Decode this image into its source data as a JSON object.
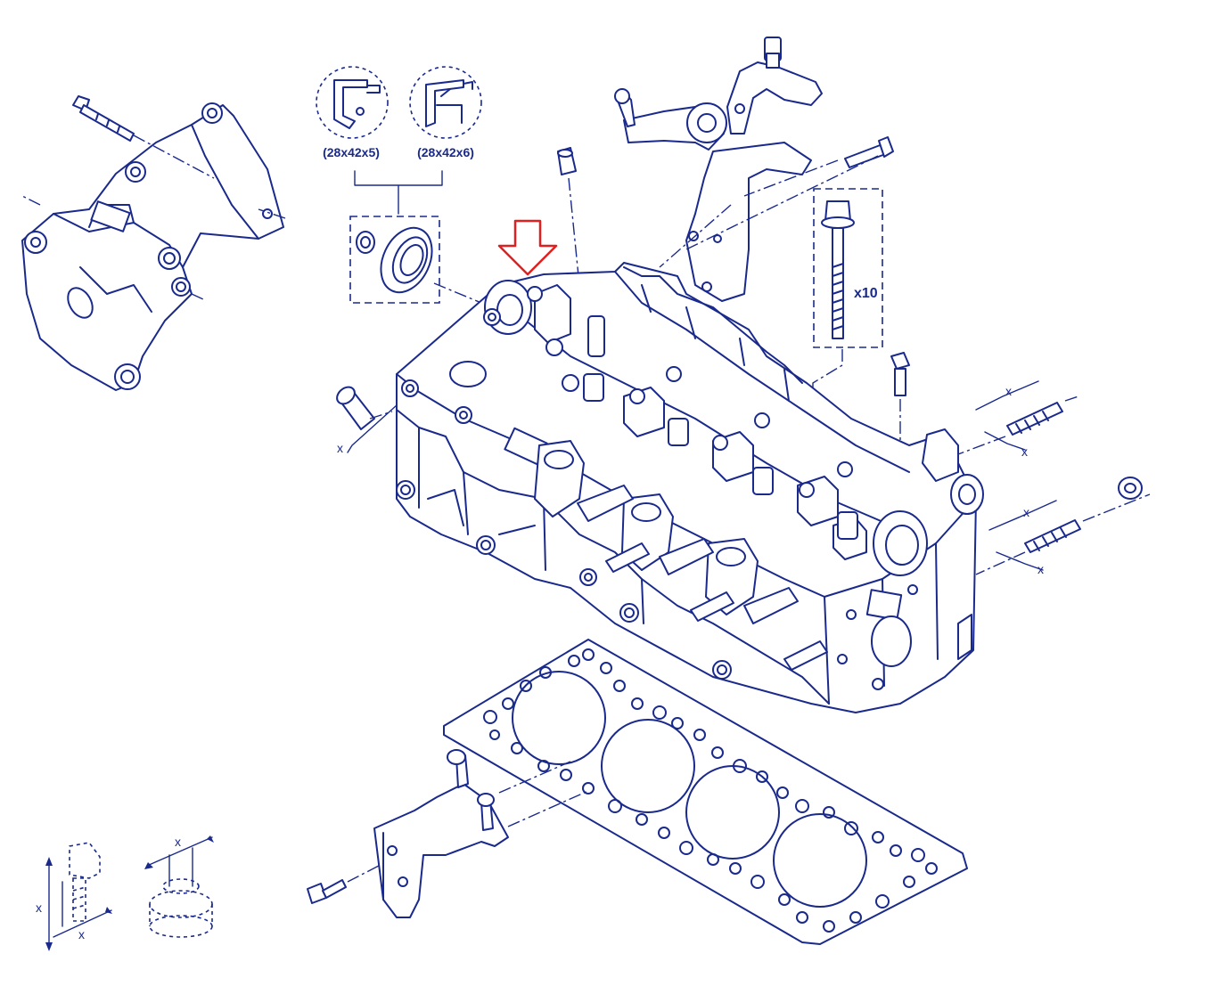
{
  "labels": {
    "seal_a": "(28x42x5)",
    "seal_b": "(28x42x6)",
    "bolt_qty": "x10",
    "dim": "x"
  },
  "colors": {
    "line": "#1a2a8c",
    "highlight_arrow": "#e02020",
    "background": "#ffffff"
  },
  "icons": [
    "seal-profile-a-icon",
    "seal-profile-b-icon",
    "down-arrow-icon"
  ]
}
